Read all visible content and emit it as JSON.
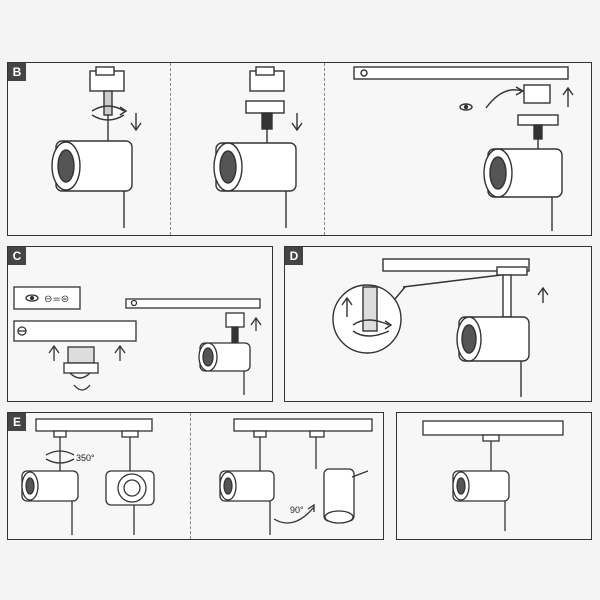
{
  "panels": {
    "b": {
      "label": "B"
    },
    "c": {
      "label": "C"
    },
    "d": {
      "label": "D"
    },
    "e": {
      "label": "E"
    }
  },
  "annotations": {
    "rotate_350": "350°",
    "rotate_90": "90°"
  },
  "icons": [
    "eye-icon",
    "plus-minus-icon",
    "ground-icon",
    "rotate-arrow-icon",
    "up-arrow-icon",
    "down-arrow-icon"
  ]
}
